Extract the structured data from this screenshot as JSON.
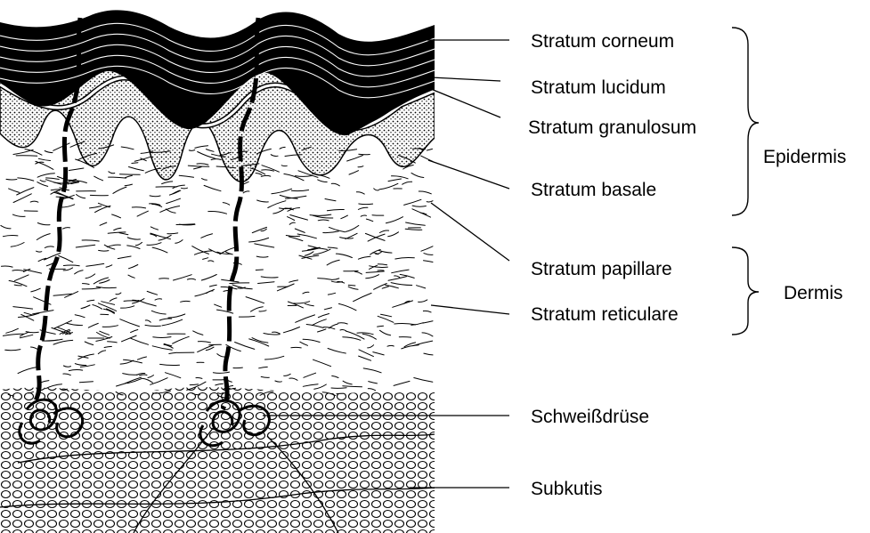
{
  "layers": [
    {
      "id": "corneum",
      "label": "Stratum corneum"
    },
    {
      "id": "lucidum",
      "label": "Stratum lucidum"
    },
    {
      "id": "granulosum",
      "label": "Stratum granulosum"
    },
    {
      "id": "basale",
      "label": "Stratum basale"
    },
    {
      "id": "papillare",
      "label": "Stratum papillare"
    },
    {
      "id": "reticulare",
      "label": "Stratum reticulare"
    },
    {
      "id": "schweiss",
      "label": "Schweißdrüse"
    },
    {
      "id": "subkutis",
      "label": "Subkutis"
    }
  ],
  "groups": {
    "epidermis": "Epidermis",
    "dermis": "Dermis"
  }
}
